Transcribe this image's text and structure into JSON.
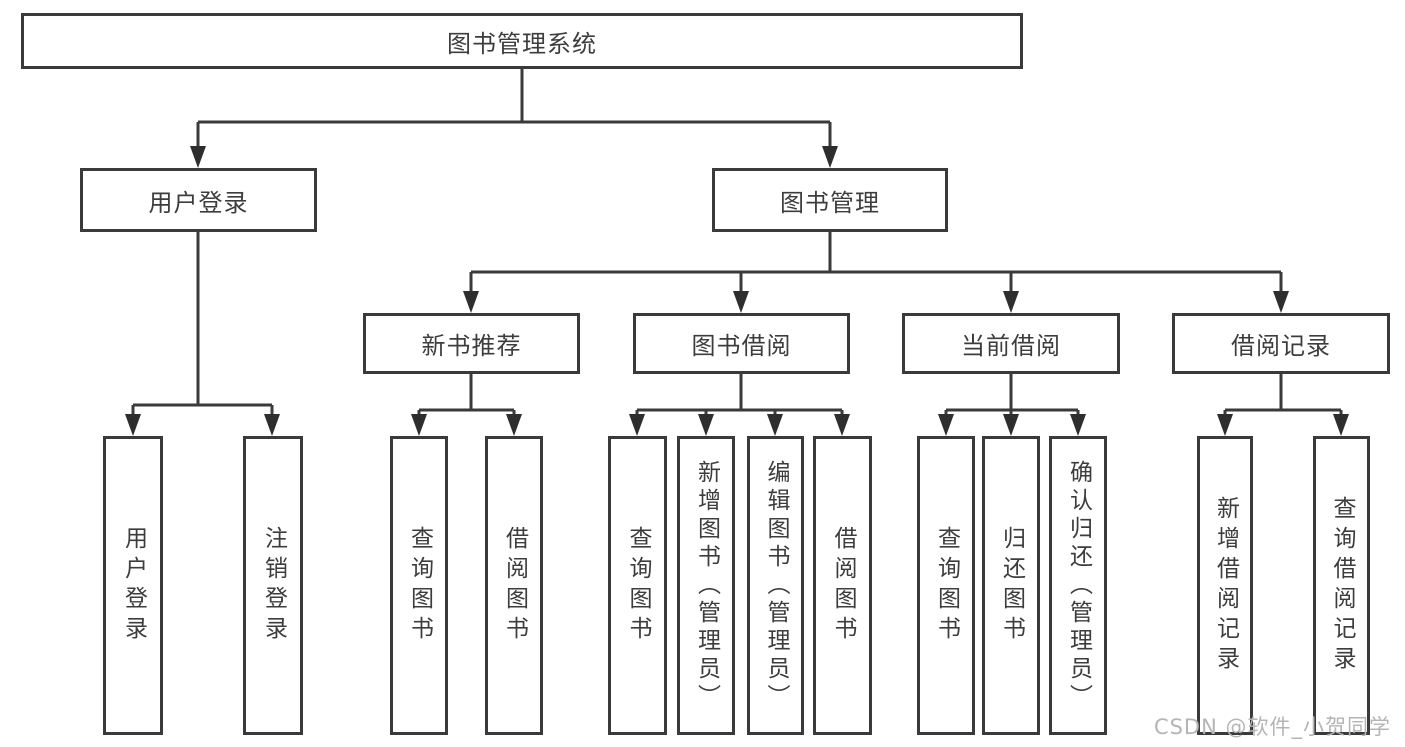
{
  "diagram": {
    "root": {
      "label": "图书管理系统"
    },
    "level2": [
      {
        "label": "用户登录"
      },
      {
        "label": "图书管理"
      }
    ],
    "level3": [
      {
        "label": "新书推荐",
        "parent": "图书管理"
      },
      {
        "label": "图书借阅",
        "parent": "图书管理"
      },
      {
        "label": "当前借阅",
        "parent": "图书管理"
      },
      {
        "label": "借阅记录",
        "parent": "图书管理"
      }
    ],
    "leaves": [
      {
        "label": "用户登录",
        "parent": "用户登录"
      },
      {
        "label": "注销登录",
        "parent": "用户登录"
      },
      {
        "label": "查询图书",
        "parent": "新书推荐"
      },
      {
        "label": "借阅图书",
        "parent": "新书推荐"
      },
      {
        "label": "查询图书",
        "parent": "图书借阅"
      },
      {
        "label": "新增图书（管理员）",
        "parent": "图书借阅"
      },
      {
        "label": "编辑图书（管理员）",
        "parent": "图书借阅"
      },
      {
        "label": "借阅图书",
        "parent": "图书借阅"
      },
      {
        "label": "查询图书",
        "parent": "当前借阅"
      },
      {
        "label": "归还图书",
        "parent": "当前借阅"
      },
      {
        "label": "确认归还（管理员）",
        "parent": "当前借阅"
      },
      {
        "label": "新增借阅记录",
        "parent": "借阅记录"
      },
      {
        "label": "查询借阅记录",
        "parent": "借阅记录"
      }
    ]
  },
  "watermark": {
    "text": "CSDN @软件_小贺同学"
  },
  "colors": {
    "line": "#3a3a3a",
    "text": "#3d3d3d",
    "watermark": "#b5b5b5",
    "background": "#ffffff"
  }
}
